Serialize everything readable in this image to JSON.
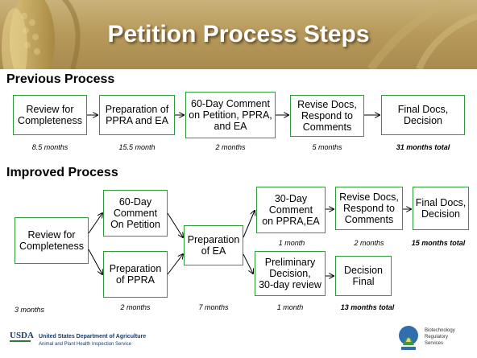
{
  "title": "Petition Process Steps",
  "previous": {
    "heading": "Previous Process",
    "steps": [
      {
        "label": "Review for\nCompleteness",
        "duration": "8.5 months"
      },
      {
        "label": "Preparation of\nPPRA and EA",
        "duration": "15.5 month"
      },
      {
        "label": "60-Day Comment\non Petition, PPRA,\nand EA",
        "duration": "2 months"
      },
      {
        "label": "Revise Docs,\nRespond to\nComments",
        "duration": "5 months"
      },
      {
        "label": "Final Docs,\nDecision",
        "duration": "31 months total"
      }
    ]
  },
  "improved": {
    "heading": "Improved Process",
    "review": {
      "label": "Review for\nCompleteness",
      "duration": "3 months"
    },
    "comment60": {
      "label": "60-Day\nComment\nOn Petition"
    },
    "prep_ppra": {
      "label": "Preparation\nof PPRA",
      "duration": "2 months"
    },
    "prep_ea": {
      "label": "Preparation\nof EA",
      "duration": "7 months"
    },
    "comment30": {
      "label": "30-Day\nComment\non PPRA,EA",
      "duration": "1 month"
    },
    "revise": {
      "label": "Revise Docs,\nRespond to\nComments",
      "duration": "2 months"
    },
    "final": {
      "label": "Final Docs,\nDecision",
      "duration": "15 months total"
    },
    "prelim": {
      "label": "Preliminary\nDecision,\n30-day review",
      "duration": "1 month"
    },
    "decision": {
      "label": "Decision\nFinal",
      "duration": "13 months total"
    }
  },
  "footer": {
    "usda_logo": "USDA",
    "agency_line1": "United States Department of Agriculture",
    "agency_line2": "Animal and Plant Health Inspection Service",
    "brs_text": "Biotechnology\nRegulatory\nServices"
  },
  "colors": {
    "box_border": "#2e9a3a",
    "title": "#ffffff",
    "header_bg": "#b89b5c"
  }
}
